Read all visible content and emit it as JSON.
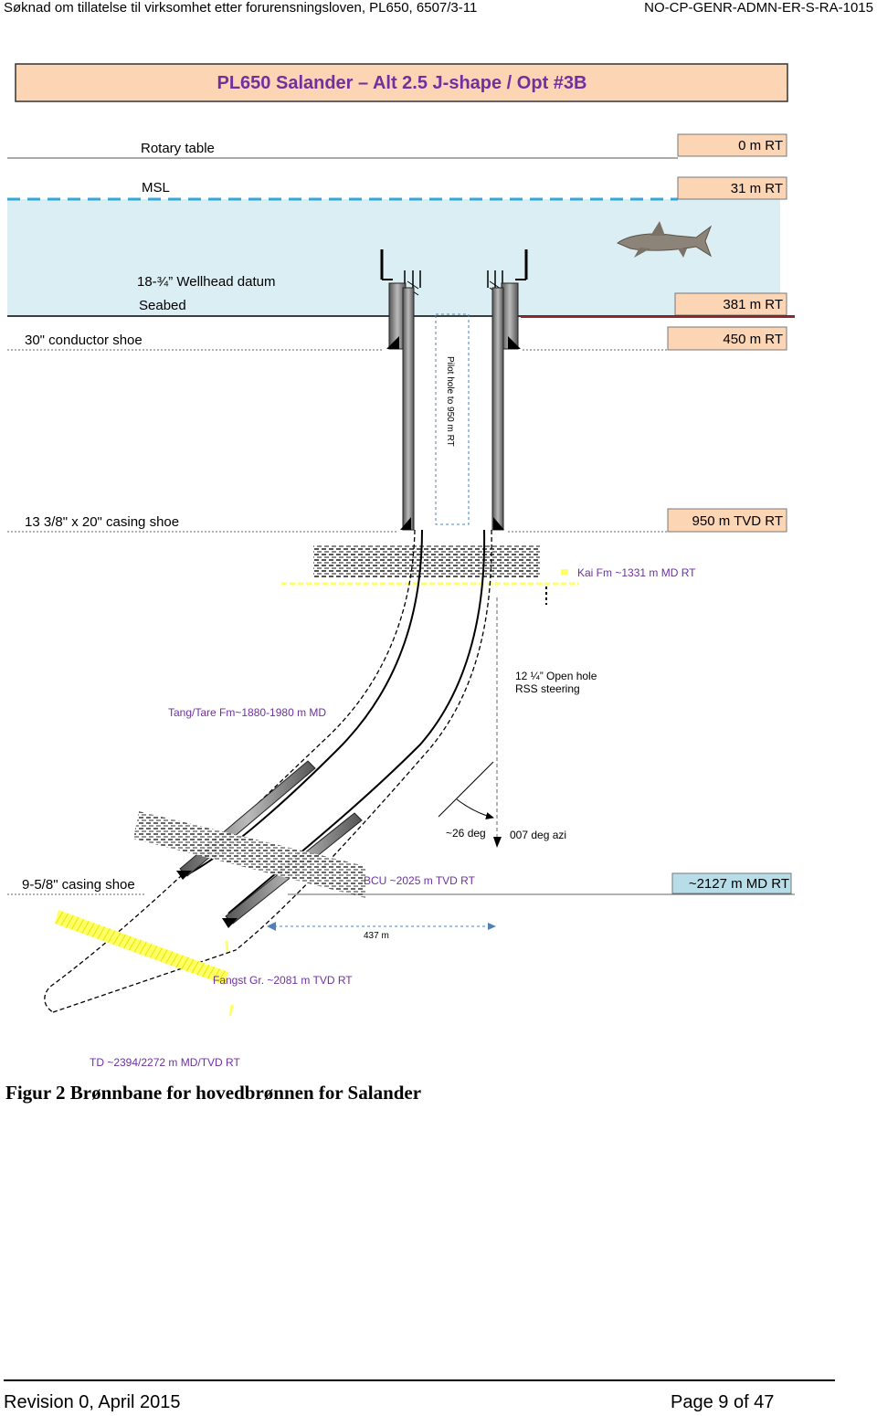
{
  "header": {
    "left": "Søknad om tillatelse til virksomhet etter forurensningsloven, PL650, 6507/3-11",
    "right": "NO-CP-GENR-ADMN-ER-S-RA-1015"
  },
  "diagram": {
    "title": "PL650 Salander – Alt 2.5 J-shape / Opt #3B",
    "labels": {
      "rotary_table": "Rotary table",
      "msl": "MSL",
      "wellhead": "18-¾” Wellhead datum",
      "seabed": "Seabed",
      "conductor": "30\" conductor shoe",
      "casing_13": "13 3/8\" x 20\" casing shoe",
      "pilot_hole": "Pilot hole to 950 m RT",
      "kai": "Kai Fm ~1331 m MD RT",
      "open_hole_1": "12 ¼” Open hole",
      "open_hole_2": "RSS steering",
      "tang": "Tang/Tare Fm~1880-1980 m MD",
      "angle": "~26 deg",
      "azimuth": "007 deg azi",
      "casing_9": "9-5/8\" casing shoe",
      "bcu": "BCU ~2025 m TVD RT",
      "offset": "437 m",
      "fangst": "Fangst Gr. ~2081 m TVD RT",
      "td": "TD ~2394/2272  m MD/TVD RT"
    },
    "depth_boxes": [
      "0 m RT",
      "31 m RT",
      "381 m RT",
      "450 m RT",
      "950 m TVD RT",
      "~2127 m MD RT"
    ],
    "colors": {
      "title_fill": "#fcd5b4",
      "title_text": "#7030a0",
      "depth_fill": "#fcd5b4",
      "md_fill": "#b7dde8",
      "sea": "#dbeef4",
      "msl_line": "#31a8d8",
      "formation_text": "#7030a0",
      "sand_yellow": "#ffff66",
      "arrow_blue": "#4f81bd"
    }
  },
  "caption": "Figur 2 Brønnbane for hovedbrønnen for Salander",
  "footer": {
    "left": "Revision 0, April 2015",
    "right": "Page 9 of 47"
  }
}
